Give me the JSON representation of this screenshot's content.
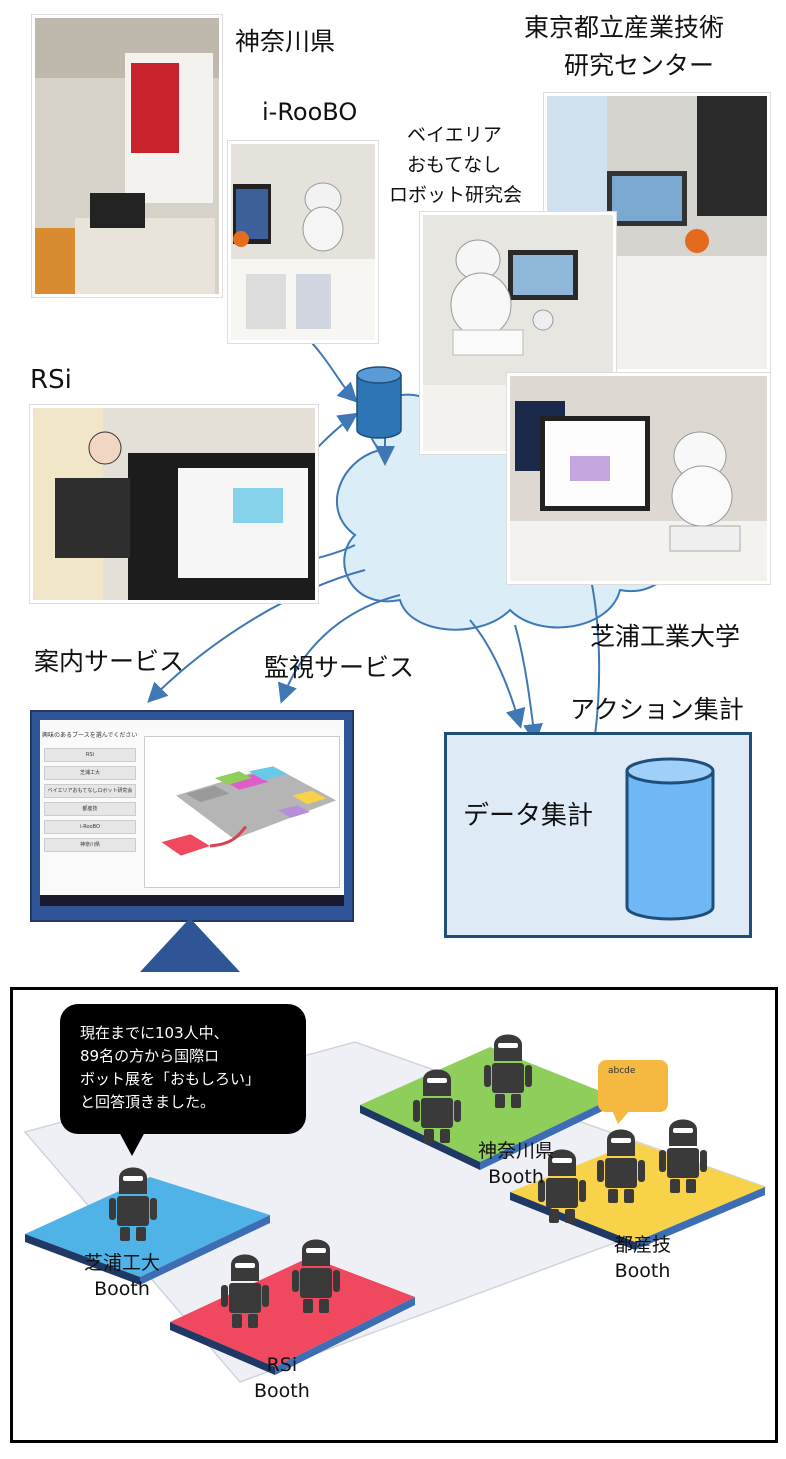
{
  "labels": {
    "kanagawa": "神奈川県",
    "iroobo": "i-RooBO",
    "tokyo_line1": "東京都立産業技術",
    "tokyo_line2": "研究センター",
    "bay_line1": "ベイエリア",
    "bay_line2": "おもてなし",
    "bay_line3": "ロボット研究会",
    "rsi": "RSi",
    "shibaura": "芝浦工業大学",
    "guide_service": "案内サービス",
    "monitor_service": "監視サービス",
    "action_agg": "アクション集計",
    "data_agg": "データ集計"
  },
  "screen": {
    "title": "興味のあるブースを選んでください",
    "menu": [
      "RSi",
      "芝浦工大",
      "ベイエリアおもてなしロボット研究会",
      "都産技",
      "i-RooBO",
      "神奈川県"
    ]
  },
  "map": {
    "bubble_lines": [
      "現在までに103人中、",
      "89名の方から国際ロ",
      "ボット展を「おもしろい」",
      "と回答頂きました。"
    ],
    "mini_bubble": "abcde",
    "booths": {
      "kanagawa": [
        "神奈川県",
        "Booth"
      ],
      "tosan": [
        "都産技",
        "Booth"
      ],
      "shibaura": [
        "芝浦工大",
        "Booth"
      ],
      "rsi": [
        "RSi",
        "Booth"
      ]
    }
  },
  "colors": {
    "cloud": "#dbeef7",
    "cloud_stroke": "#3f78b5",
    "monitor": "#2f5597",
    "agg_fill": "#deebf7",
    "db_fill": "#6fb7f5",
    "booth_green": "#8fce5a",
    "booth_yellow": "#f8d34a",
    "booth_blue": "#4fb3e8",
    "booth_red": "#f0485f",
    "robot": "#3a3a3a"
  }
}
